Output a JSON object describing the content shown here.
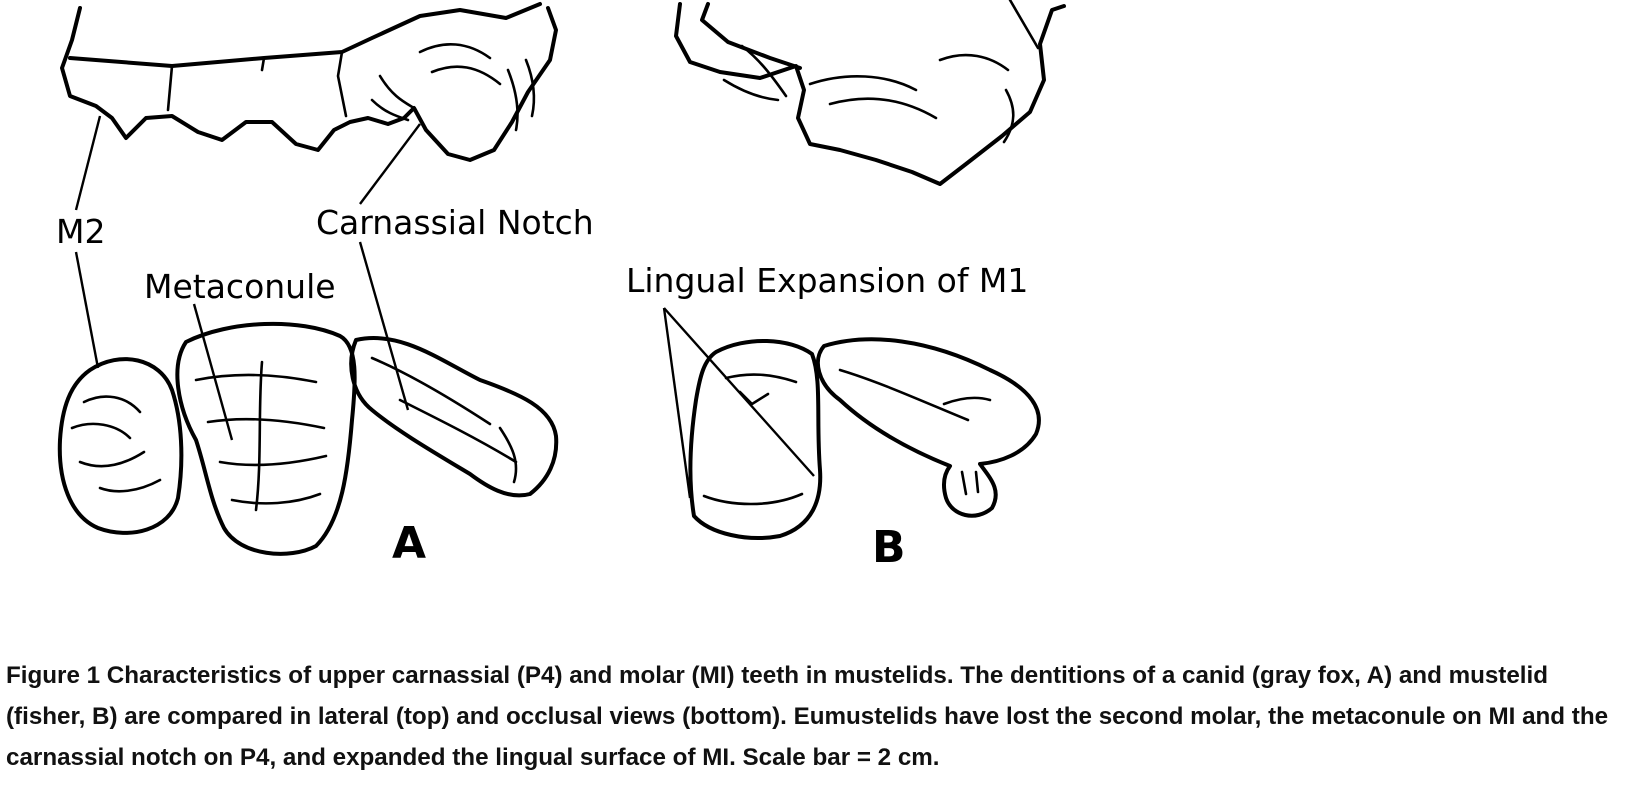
{
  "figure": {
    "labels": {
      "m2": "M2",
      "carnassial_notch": "Carnassial Notch",
      "metaconule": "Metaconule",
      "lingual_expansion": "Lingual Expansion of M1",
      "panel_a": "A",
      "panel_b": "B"
    }
  },
  "caption": {
    "text": "Figure 1 Characteristics of upper carnassial (P4) and molar (MI) teeth in mustelids. The dentitions of a canid (gray fox, A) and mustelid (fisher, B) are compared in lateral (top) and occlusal views (bottom). Eumustelids have lost the second molar, the metaconule on MI and the carnassial notch on P4, and expanded the lingual surface of MI. Scale bar = 2 cm."
  }
}
